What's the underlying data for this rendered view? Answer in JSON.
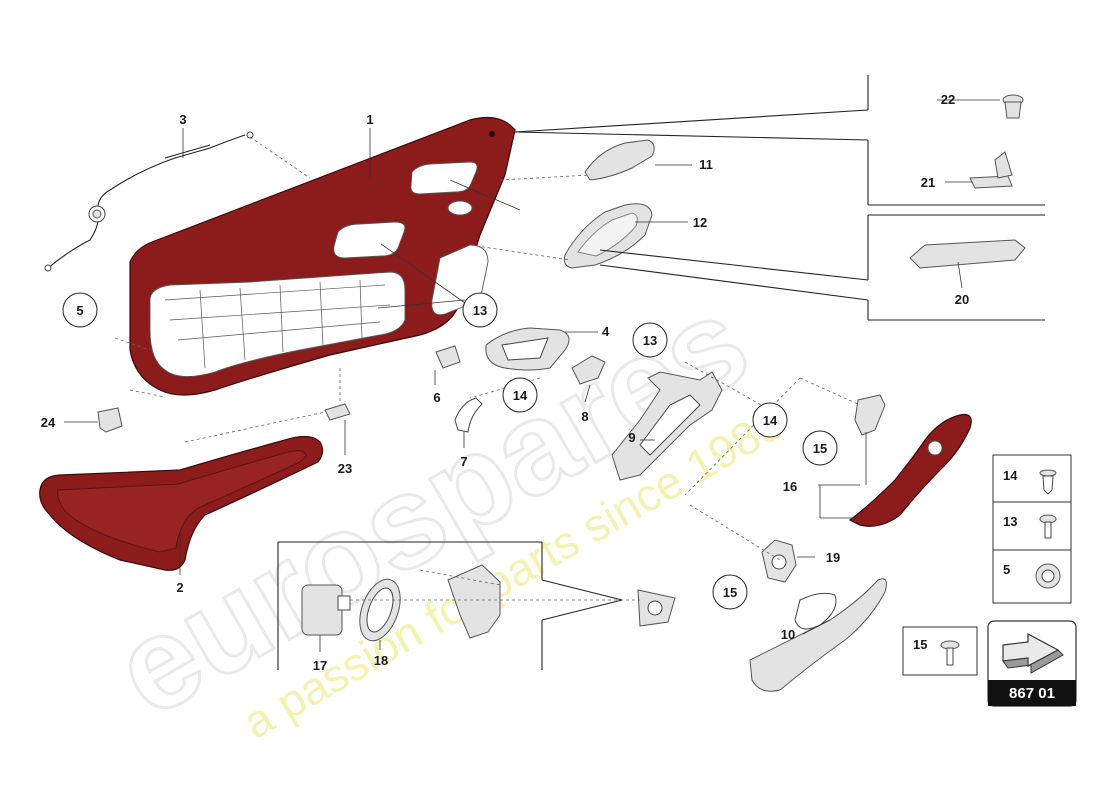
{
  "callouts": {
    "c1": "1",
    "c2": "2",
    "c3": "3",
    "c4": "4",
    "c5": "5",
    "c6": "6",
    "c7": "7",
    "c8": "8",
    "c9": "9",
    "c10": "10",
    "c11": "11",
    "c12": "12",
    "c13a": "13",
    "c13b": "13",
    "c14a": "14",
    "c14b": "14",
    "c15a": "15",
    "c15b": "15",
    "c16": "16",
    "c17": "17",
    "c18": "18",
    "c19": "19",
    "c20": "20",
    "c21": "21",
    "c22": "22",
    "c23": "23",
    "c24": "24"
  },
  "legend": {
    "item14": "14",
    "item13": "13",
    "item5": "5",
    "item15": "15"
  },
  "diagram_number": "867 01",
  "watermark": {
    "big": "eurospares",
    "small": "a passion for parts since 1985"
  },
  "colors": {
    "trim_red": "#8c1c1c",
    "watermark_yellow": "#f1ee9a"
  }
}
